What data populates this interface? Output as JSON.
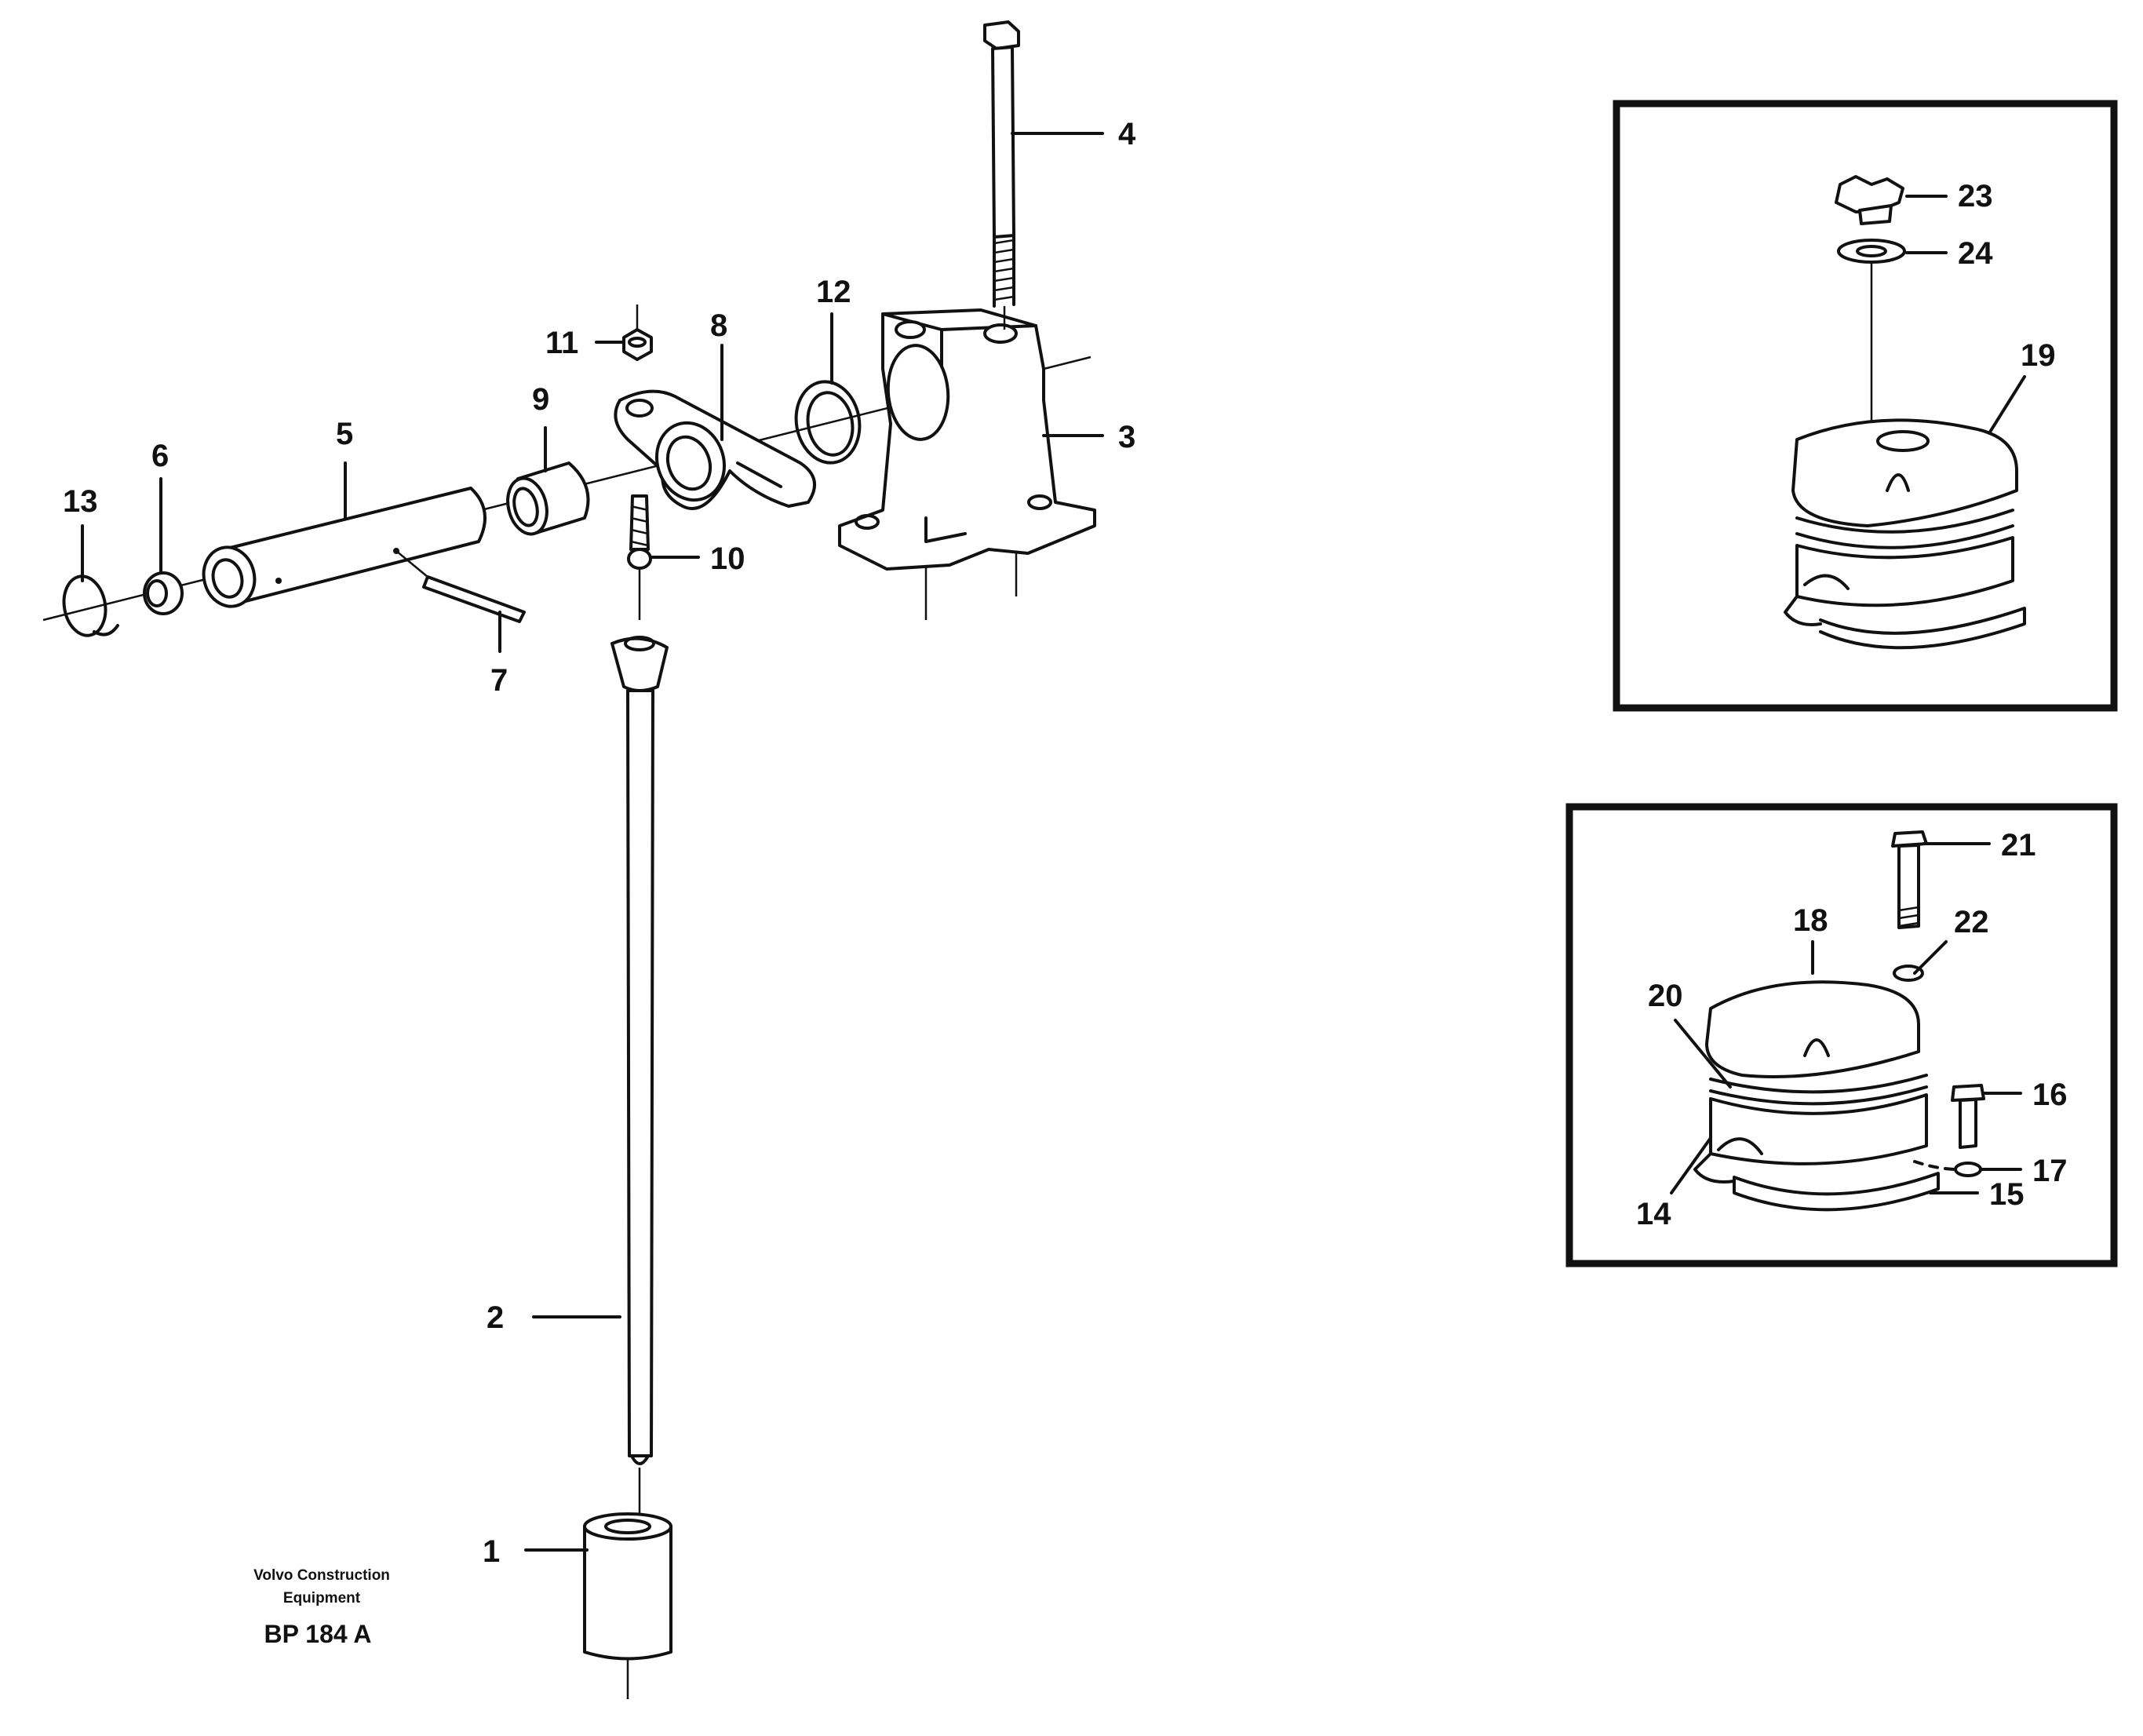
{
  "caption": {
    "line1": "Volvo Construction",
    "line2": "Equipment",
    "code": "BP 184 A"
  },
  "labels": {
    "p1": "1",
    "p2": "2",
    "p3": "3",
    "p4": "4",
    "p5": "5",
    "p6": "6",
    "p7": "7",
    "p8": "8",
    "p9": "9",
    "p10": "10",
    "p11": "11",
    "p12": "12",
    "p13": "13",
    "p14": "14",
    "p15": "15",
    "p16": "16",
    "p17": "17",
    "p18": "18",
    "p19": "19",
    "p20": "20",
    "p21": "21",
    "p22": "22",
    "p23": "23",
    "p24": "24"
  }
}
